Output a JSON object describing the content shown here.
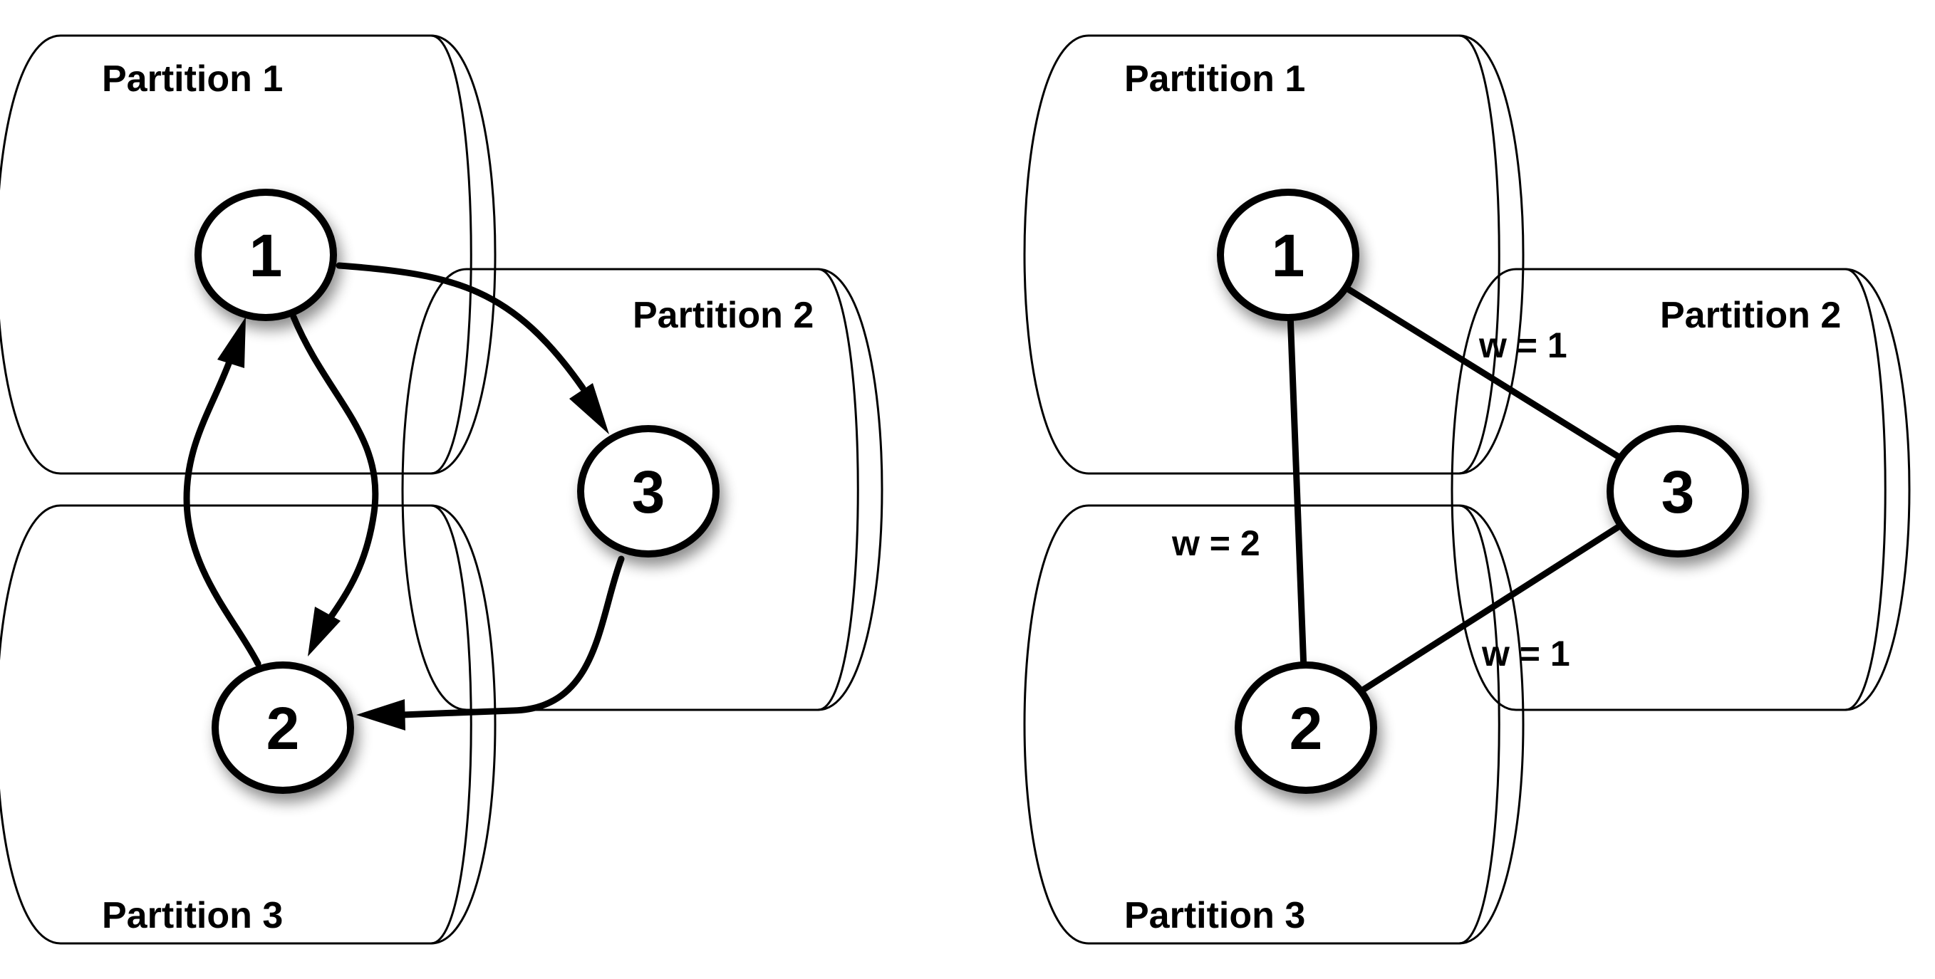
{
  "diagrams": [
    {
      "id": "directed",
      "partitions": [
        "Partition 1",
        "Partition 2",
        "Partition 3"
      ],
      "nodes": [
        "1",
        "2",
        "3"
      ],
      "edges": [
        {
          "from": "1",
          "to": "3"
        },
        {
          "from": "1",
          "to": "2"
        },
        {
          "from": "2",
          "to": "1"
        },
        {
          "from": "3",
          "to": "2"
        }
      ]
    },
    {
      "id": "weighted",
      "partitions": [
        "Partition 1",
        "Partition 2",
        "Partition 3"
      ],
      "nodes": [
        "1",
        "2",
        "3"
      ],
      "edges": [
        {
          "from": "1",
          "to": "3",
          "label": "w = 1"
        },
        {
          "from": "1",
          "to": "2",
          "label": "w = 2"
        },
        {
          "from": "2",
          "to": "3",
          "label": "w = 1"
        }
      ]
    }
  ],
  "colors": {
    "stroke": "#000000",
    "node_fill": "#ffffff",
    "background": "#ffffff"
  }
}
